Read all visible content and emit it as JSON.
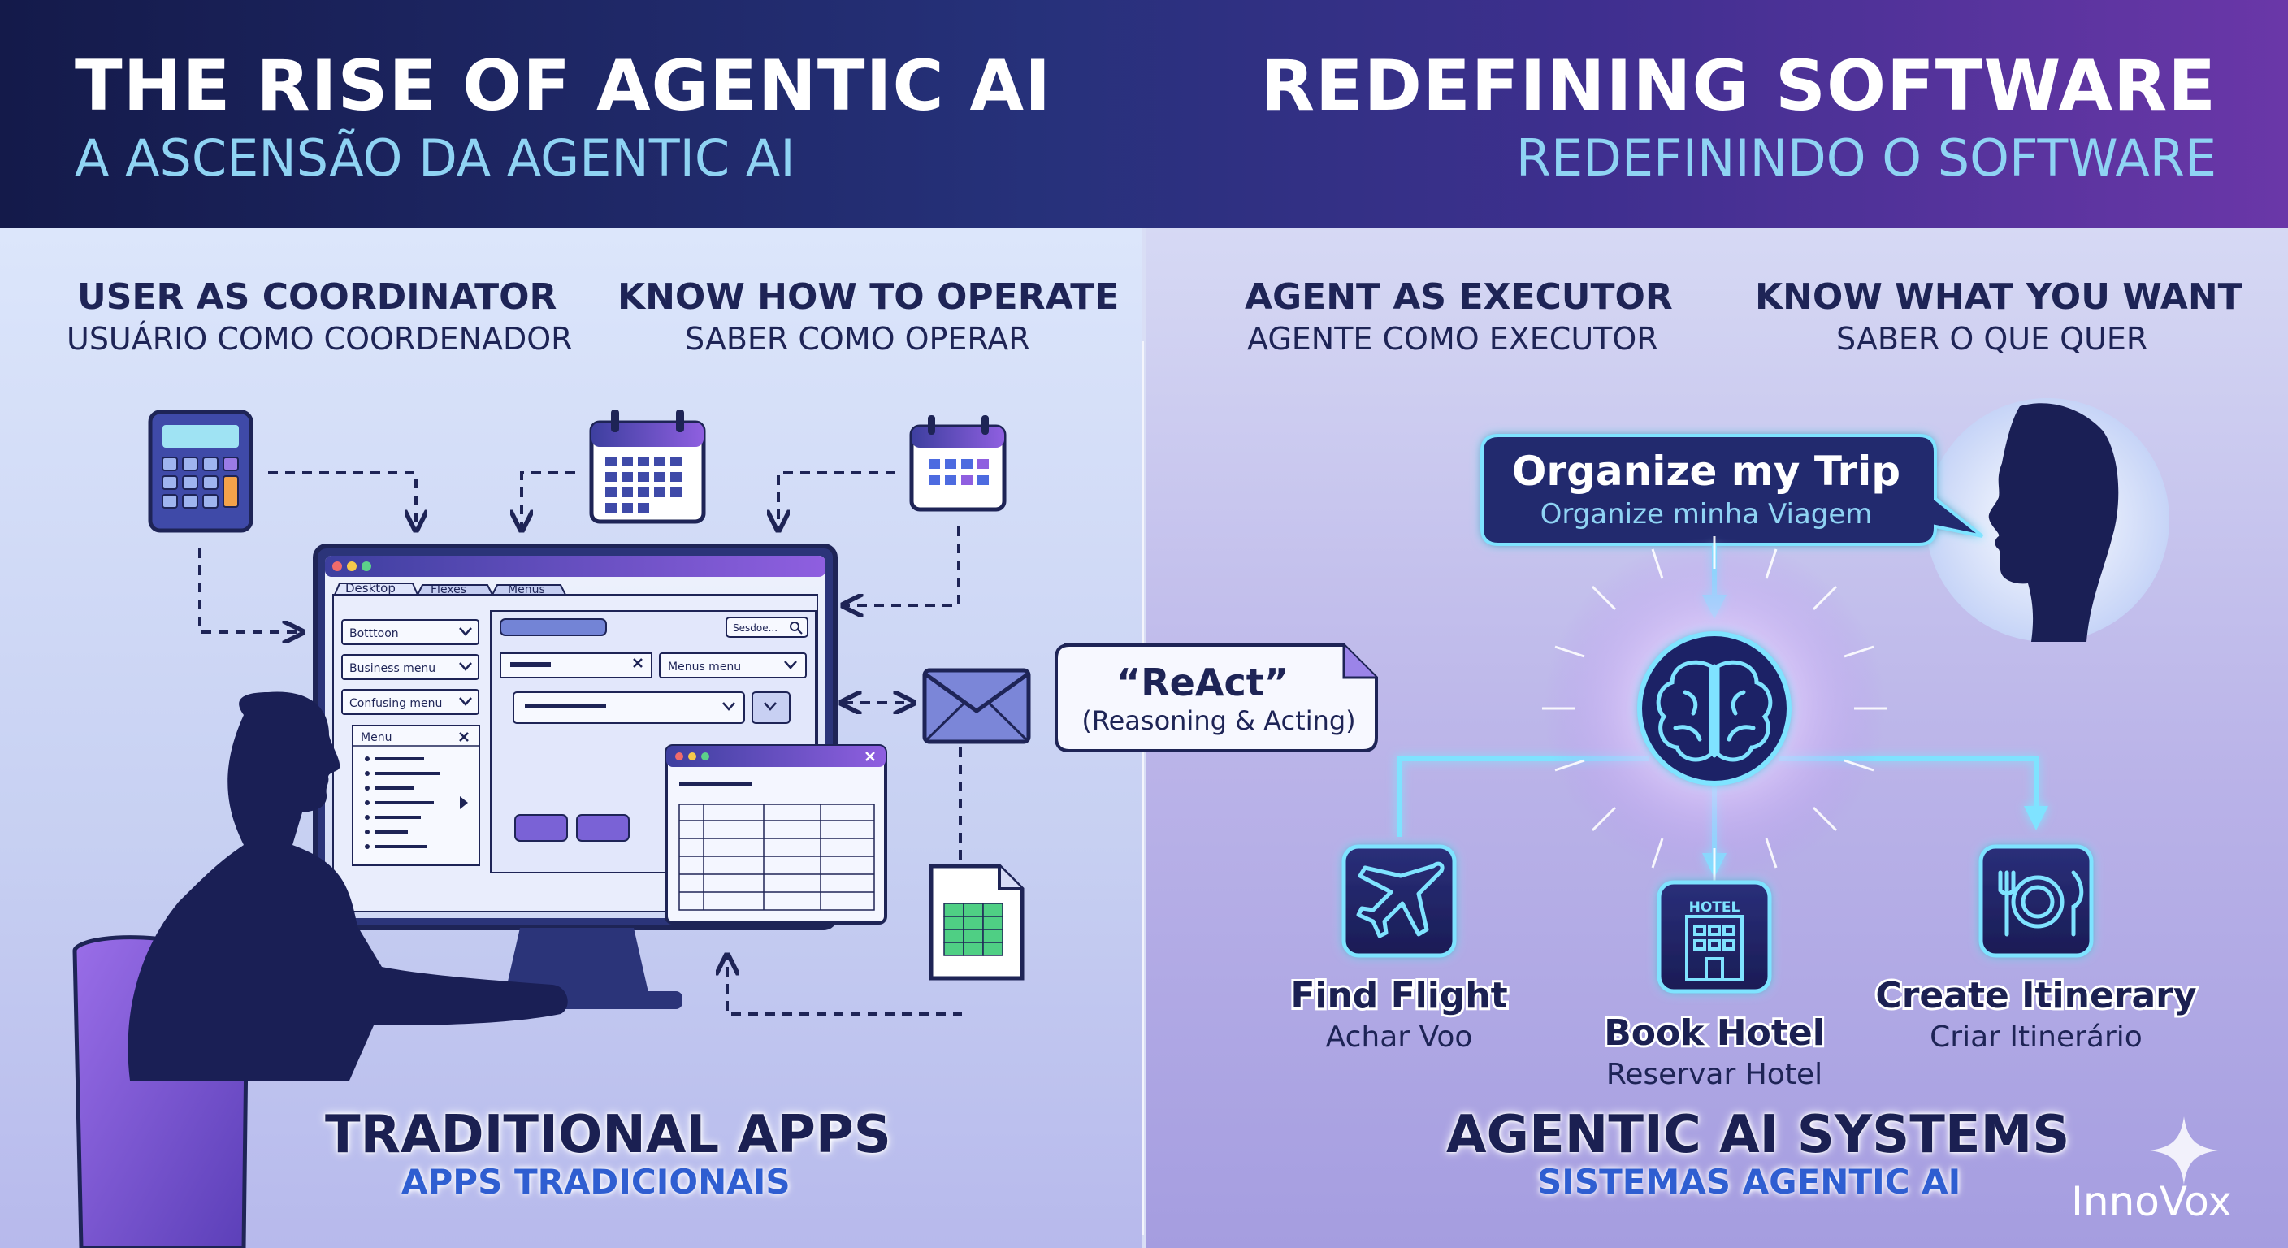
{
  "header": {
    "left_title": "THE RISE OF AGENTIC AI",
    "left_subtitle": "A ASCENSÃO DA AGENTIC AI",
    "right_title": "REDEFINING SOFTWARE",
    "right_subtitle": "REDEFININDO O SOFTWARE"
  },
  "left": {
    "label1_main": "USER AS COORDINATOR",
    "label1_sub": "USUÁRIO COMO COORDENADOR",
    "label2_main": "KNOW HOW TO OPERATE",
    "label2_sub": "SABER COMO OPERAR",
    "window": {
      "tabs": [
        "Desktop",
        "Flexes",
        "Menus"
      ],
      "dropdowns": [
        "Botttoon",
        "Business menu",
        "Confusing menu"
      ],
      "menu_title": "Menu",
      "search_placeholder": "Sesdoe...",
      "menus_label": "Menus menu"
    },
    "bottom_title": "TRADITIONAL APPS",
    "bottom_sub": "APPS TRADICIONAIS"
  },
  "react": {
    "title": "“ReAct”",
    "subtitle": "(Reasoning & Acting)"
  },
  "right": {
    "label1_main": "AGENT AS EXECUTOR",
    "label1_sub": "AGENTE COMO EXECUTOR",
    "label2_main": "KNOW WHAT YOU WANT",
    "label2_sub": "SABER O QUE QUER",
    "bubble_title": "Organize my Trip",
    "bubble_sub": "Organize minha Viagem",
    "tasks": [
      {
        "title": "Find Flight",
        "sub": "Achar Voo",
        "icon": "airplane-icon"
      },
      {
        "title": "Book Hotel",
        "sub": "Reservar Hotel",
        "icon": "hotel-icon"
      },
      {
        "title": "Create Itinerary",
        "sub": "Criar Itinerário",
        "icon": "dining-icon"
      }
    ],
    "hotel_sign": "HOTEL",
    "bottom_title": "AGENTIC AI SYSTEMS",
    "bottom_sub": "SISTEMAS AGENTIC AI"
  },
  "brand": {
    "name": "InnoVox"
  },
  "colors": {
    "navy": "#1e2456",
    "accent_blue": "#8fd3f3",
    "glow": "#7fe3ff",
    "purple": "#7b4fd6"
  }
}
